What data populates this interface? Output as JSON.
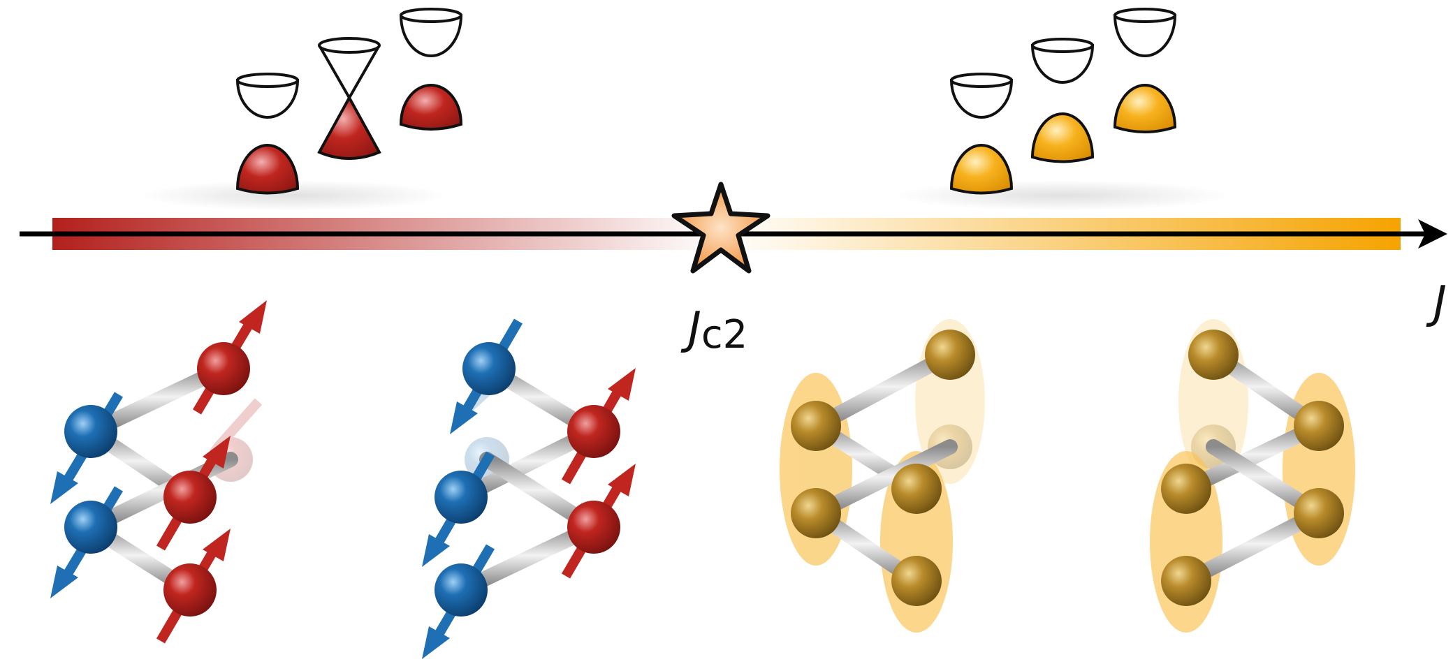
{
  "axis": {
    "critical_point_label_main": "J",
    "critical_point_label_sub": "c2",
    "axis_label": "J"
  },
  "colors": {
    "red_phase": "#b3201c",
    "orange_phase": "#f5a300",
    "spin_up": "#c0261f",
    "spin_down": "#1e6fb4",
    "singlet_site": "#b88a2a",
    "dimer_glow": "#f9c55a",
    "bond": "#b8b8b8",
    "star_fill": "#f7a35a"
  },
  "icons": [
    "dirac-cone-icon",
    "gapped-band-icon",
    "star-icon",
    "spin-arrow-icon",
    "dimer-ellipse-icon"
  ]
}
